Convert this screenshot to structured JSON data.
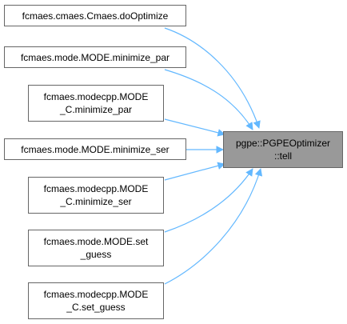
{
  "focus_node": {
    "line1": "pgpe::PGPEOptimizer",
    "line2": "::tell"
  },
  "callers": [
    {
      "line1": "fcmaes.cmaes.Cmaes.doOptimize",
      "line2": ""
    },
    {
      "line1": "fcmaes.mode.MODE.minimize_par",
      "line2": ""
    },
    {
      "line1": "fcmaes.modecpp.MODE",
      "line2": "_C.minimize_par"
    },
    {
      "line1": "fcmaes.mode.MODE.minimize_ser",
      "line2": ""
    },
    {
      "line1": "fcmaes.modecpp.MODE",
      "line2": "_C.minimize_ser"
    },
    {
      "line1": "fcmaes.mode.MODE.set",
      "line2": "_guess"
    },
    {
      "line1": "fcmaes.modecpp.MODE",
      "line2": "_C.set_guess"
    }
  ],
  "colors": {
    "edge": "#63b8ff",
    "node_border": "#666666",
    "focus_fill": "#999999"
  }
}
